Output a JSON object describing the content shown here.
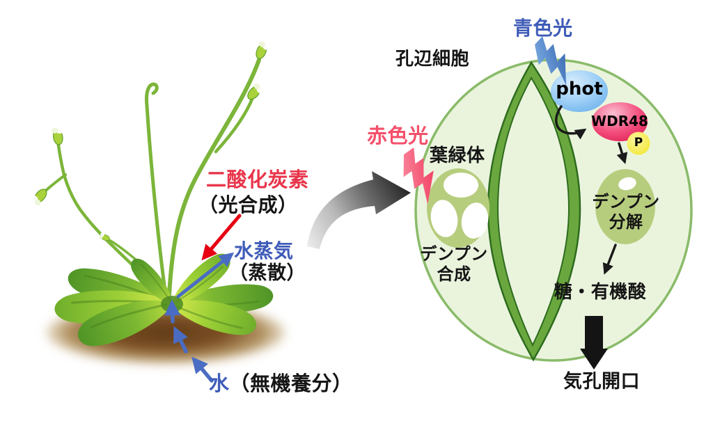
{
  "figure": {
    "plant_panel": {
      "co2_label": "二酸化炭素",
      "co2_note": "（光合成）",
      "water_vapor_label": "水蒸気",
      "water_vapor_note": "（蒸散）",
      "water_label": "水",
      "water_note": "（無機養分）"
    },
    "cell_panel": {
      "guard_cell_label": "孔辺細胞",
      "blue_light_label": "青色光",
      "phot_label": "phot",
      "wdr48_label": "WDR48",
      "phospho_label": "P",
      "red_light_label": "赤色光",
      "chloroplast_label": "葉緑体",
      "starch_synthesis_lines": [
        "デンプン",
        "合成"
      ],
      "starch_degradation_lines": [
        "デンプン",
        "分解"
      ],
      "sugar_label": "糖・有機酸",
      "stoma_opening_label": "気孔開口"
    },
    "colors": {
      "red_label": "#e8354b",
      "blue_label": "#3f5cb8",
      "red_arrow": "#e60012",
      "blue_arrow": "#4a6cc3",
      "cell_fill": "#eaf4dd",
      "cell_border": "#8abb6a",
      "pore_band_green": "#6aa83f",
      "organelle_green": "#b7cd7e",
      "phot_blue": "#8cc7f4",
      "wdr48_pink": "#f1356a",
      "p_yellow": "#f6ef50",
      "soil_brown": "#7c4f24"
    }
  }
}
